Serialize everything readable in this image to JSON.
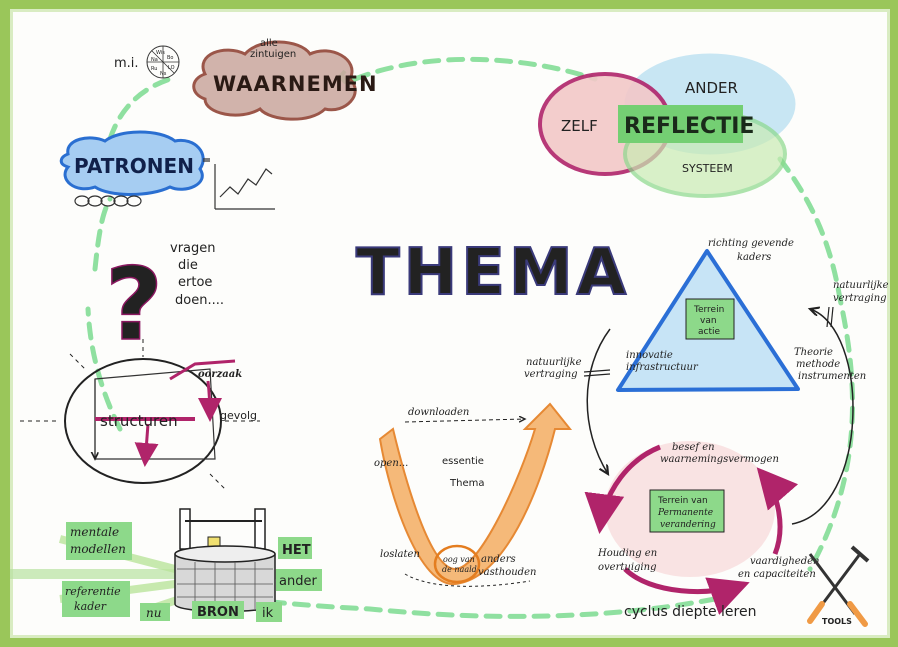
{
  "title": "THEMA",
  "waarnemen": {
    "label": "WAARNEMEN",
    "note_line1": "alle",
    "note_line2": "zintuigen",
    "mi": "m.i.",
    "senses": [
      "Wis",
      "Na",
      "Bo",
      "Ru",
      "Ns",
      "LO"
    ]
  },
  "patronen": {
    "label": "PATRONEN"
  },
  "vragen": {
    "line1": "vragen",
    "line2": "die",
    "line3": "ertoe",
    "line4": "doen....",
    "mark": "?"
  },
  "structuren": {
    "label": "structuren",
    "oorzaak": "oorzaak",
    "gevolg": "gevolg"
  },
  "bron": {
    "label": "BRON",
    "mentale_line1": "mentale",
    "mentale_line2": "modellen",
    "referentie_line1": "referentie",
    "referentie_line2": "kader",
    "nu": "nu",
    "het": "HET",
    "ander": "ander",
    "ik": "ik"
  },
  "reflectie": {
    "label": "REFLECTIE",
    "zelf": "ZELF",
    "ander": "ANDER",
    "systeem": "SYSTEEM"
  },
  "triangle": {
    "top_line1": "richting gevende",
    "top_line2": "kaders",
    "center_line1": "Terrein",
    "center_line2": "van",
    "center_line3": "actie",
    "left_line1": "innovatie",
    "left_line2": "infrastructuur",
    "right_line1": "Theorie",
    "right_line2": "methode",
    "right_line3": "instrumenten"
  },
  "natuurlijke_left_line1": "natuurlijke",
  "natuurlijke_left_line2": "vertraging",
  "natuurlijke_right_line1": "natuurlijke",
  "natuurlijke_right_line2": "vertraging",
  "cyclus": {
    "title": "cyclus diepte leren",
    "center_line1": "Terrein van",
    "center_line2": "Permanente",
    "center_line3": "verandering",
    "besef_line1": "besef en",
    "besef_line2": "waarnemingsvermogen",
    "houding_line1": "Houding en",
    "houding_line2": "overtuiging",
    "vaardig_line1": "vaardigheden",
    "vaardig_line2": "en capaciteiten",
    "tools": "TOOLS"
  },
  "u_shape": {
    "downloaden": "downloaden",
    "open": "open...",
    "essentie": "essentie",
    "thema": "Thema",
    "loslaten": "loslaten",
    "oog_line1": "oog van",
    "oog_line2": "de naald",
    "anders_line1": "anders",
    "anders_line2": "vasthouden"
  },
  "colors": {
    "green": "#8cd98c",
    "blue_fill": "#a9cdf0",
    "waarnemen_fill": "#c9a9a0",
    "thema_fill": "#b6b3e6",
    "magenta": "#b0246a",
    "orange": "#f09a45",
    "triangle_blue": "#2b6fd6"
  }
}
